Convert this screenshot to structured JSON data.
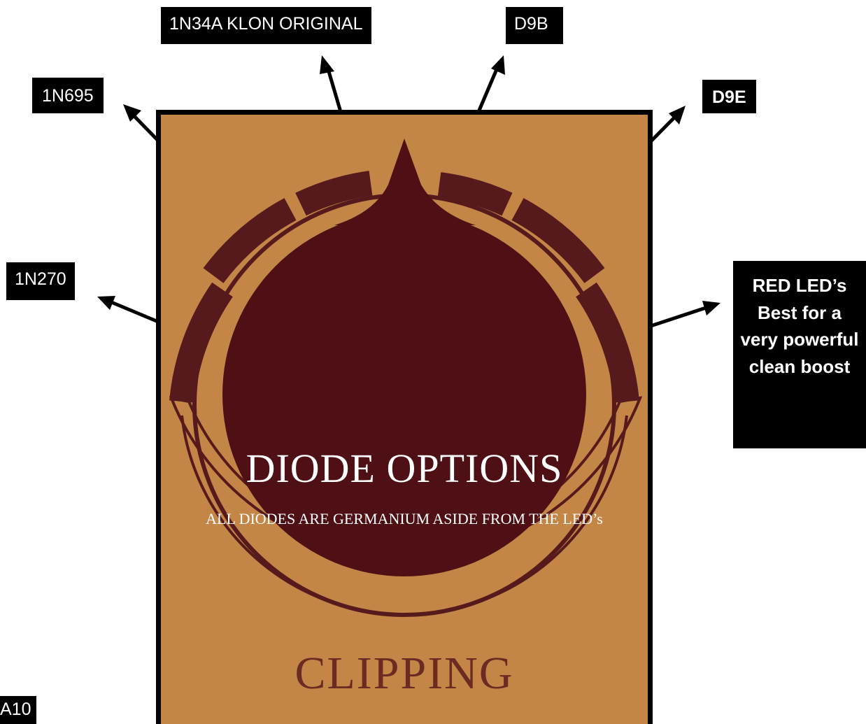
{
  "labels": {
    "klon": "1N34A KLON ORIGINAL",
    "d9b": "D9B",
    "n695": "1N695",
    "d9e": "D9E",
    "n270": "1N270",
    "a10": "A10",
    "red_led": "RED LED’s Best for a very powerful clean boost"
  },
  "panel": {
    "title": "DIODE OPTIONS",
    "subtitle": "ALL DIODES ARE GERMANIUM ASIDE FROM THE LED’s",
    "footer": "CLIPPING"
  },
  "colors": {
    "panel_bg": "#c48647",
    "knob": "#4e1014",
    "arc": "#571a1c",
    "label_bg": "#000000",
    "footer_text": "#6b2a22"
  }
}
